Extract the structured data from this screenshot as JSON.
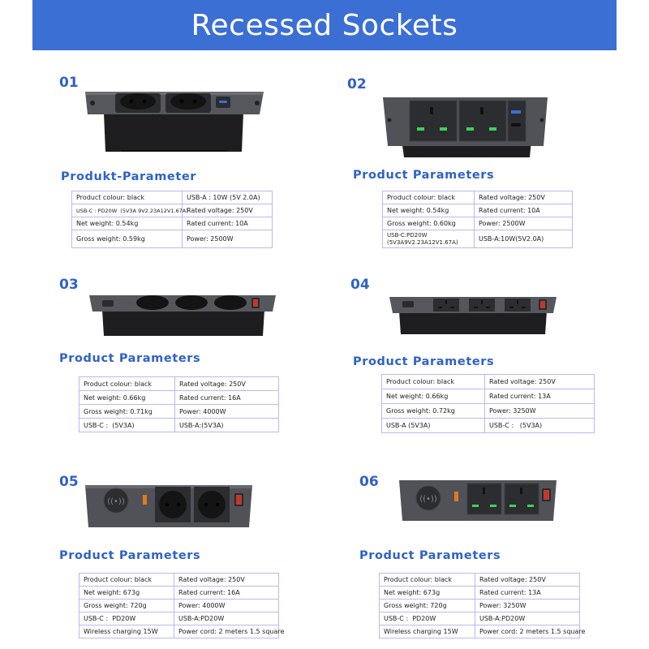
{
  "title": "Recessed Sockets",
  "colors": {
    "banner": "#3b6fd4",
    "accent": "#2f62c7",
    "body": "#3a3a3c",
    "green": "#3fd05a",
    "red": "#c0392b"
  },
  "products": [
    {
      "number": "01",
      "heading": "Produkt-Parameter",
      "rows": [
        [
          "Product colour: black",
          "USB-A : 10W (5V 2.0A)"
        ],
        [
          "USB-C : PD20W  (5V3A 9V2.23A12V1.67A)",
          "Rated voltage: 250V"
        ],
        [
          "Net weight: 0.54kg",
          "Rated current: 10A"
        ],
        [
          "Gross weight: 0.59kg",
          "Power: 2500W"
        ]
      ]
    },
    {
      "number": "02",
      "heading": "Product Parameters",
      "rows": [
        [
          "Product colour: black",
          "Rated voltage: 250V"
        ],
        [
          "Net weight: 0.54kg",
          "Rated current: 10A"
        ],
        [
          "Gross weight: 0.60kg",
          "Power: 2500W"
        ],
        [
          "USB-C:PD20W (5V3A9V2.23A12V1.67A)",
          "USB-A:10W(5V2.0A)"
        ]
      ]
    },
    {
      "number": "03",
      "heading": "Product Parameters",
      "rows": [
        [
          "Product colour: black",
          "Rated voltage: 250V"
        ],
        [
          "Net weight: 0.66kg",
          "Rated current: 16A"
        ],
        [
          "Gross weight: 0.71kg",
          "Power: 4000W"
        ],
        [
          "USB-C :  (5V3A)",
          "USB-A:(5V3A)"
        ]
      ]
    },
    {
      "number": "04",
      "heading": "Product Parameters",
      "rows": [
        [
          "Product colour: black",
          "Rated voltage: 250V"
        ],
        [
          "Net weight: 0.66kg",
          "Rated current: 13A"
        ],
        [
          "Gross weight: 0.72kg",
          "Power: 3250W"
        ],
        [
          "USB-A (5V3A)",
          "USB-C :   (5V3A)"
        ]
      ]
    },
    {
      "number": "05",
      "heading": "Product Parameters",
      "rows": [
        [
          "Product colour: black",
          "Rated voltage: 250V"
        ],
        [
          "Net weight: 673g",
          "Rated current: 16A"
        ],
        [
          "Gross weight: 720g",
          "Power: 4000W"
        ],
        [
          "USB-C :  PD20W",
          "USB-A:PD20W"
        ],
        [
          "Wireless charging 15W",
          "Power cord: 2 meters 1.5 square"
        ]
      ]
    },
    {
      "number": "06",
      "heading": "Product Parameters",
      "rows": [
        [
          "Product colour: black",
          "Rated voltage: 250V"
        ],
        [
          "Net weight: 673g",
          "Rated current: 13A"
        ],
        [
          "Gross weight: 720g",
          "Power: 3250W"
        ],
        [
          "USB-C :  PD20W",
          "USB-A:PD20W"
        ],
        [
          "Wireless charging 15W",
          "Power cord: 2 meters 1.5 square"
        ]
      ]
    }
  ]
}
